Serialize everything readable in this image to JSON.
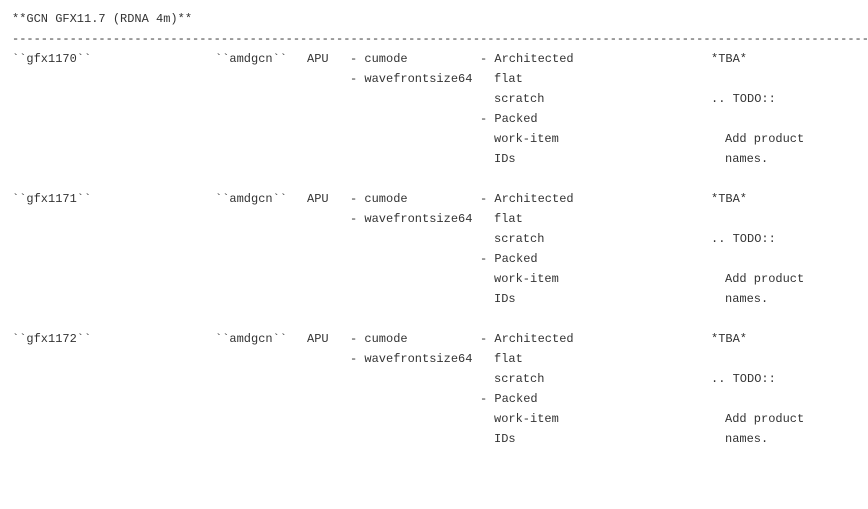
{
  "heading": "**GCN GFX11.7 (RDNA 4m)**",
  "rule": "--------------------------------------------------------------------------------------------------------------------------------",
  "rows": [
    {
      "name": "``gfx1170``",
      "arch": "``amdgcn``",
      "type": "APU",
      "feature1": "- cumode",
      "feature2": "- wavefrontsize64",
      "fw": [
        "- Architected",
        "flat",
        "scratch",
        "- Packed",
        "work-item",
        "IDs"
      ],
      "product": [
        "*TBA*",
        ".. TODO::",
        "Add product",
        "names."
      ]
    },
    {
      "name": "``gfx1171``",
      "arch": "``amdgcn``",
      "type": "APU",
      "feature1": "- cumode",
      "feature2": "- wavefrontsize64",
      "fw": [
        "- Architected",
        "flat",
        "scratch",
        "- Packed",
        "work-item",
        "IDs"
      ],
      "product": [
        "*TBA*",
        ".. TODO::",
        "Add product",
        "names."
      ]
    },
    {
      "name": "``gfx1172``",
      "arch": "``amdgcn``",
      "type": "APU",
      "feature1": "- cumode",
      "feature2": "- wavefrontsize64",
      "fw": [
        "- Architected",
        "flat",
        "scratch",
        "- Packed",
        "work-item",
        "IDs"
      ],
      "product": [
        "*TBA*",
        ".. TODO::",
        "Add product",
        "names."
      ]
    }
  ]
}
